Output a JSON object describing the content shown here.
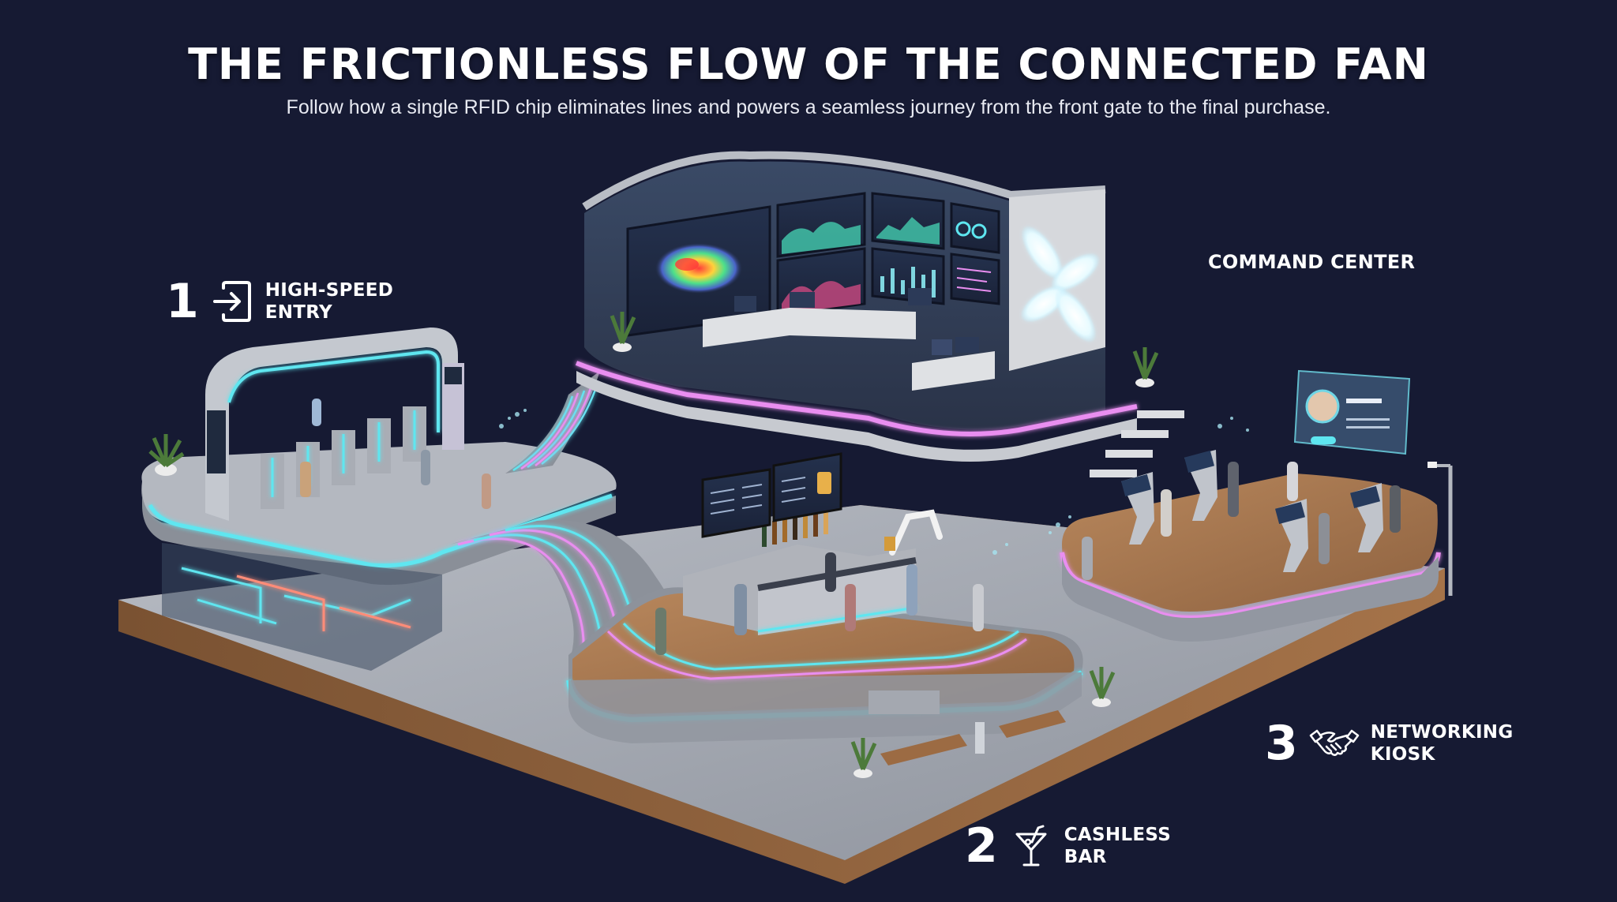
{
  "header": {
    "title": "THE FRICTIONLESS FLOW OF THE CONNECTED FAN",
    "subtitle": "Follow how a single RFID chip eliminates lines and powers a seamless journey from the front gate to the final purchase."
  },
  "steps": [
    {
      "number": "1",
      "icon": "enter-icon",
      "line1": "HIGH-SPEED",
      "line2": "ENTRY"
    },
    {
      "number": "2",
      "icon": "cocktail-icon",
      "line1": "CASHLESS",
      "line2": "BAR"
    },
    {
      "number": "3",
      "icon": "handshake-icon",
      "line1": "NETWORKING",
      "line2": "KIOSK"
    }
  ],
  "zones": {
    "command_center": {
      "label": "COMMAND CENTER"
    }
  },
  "colors": {
    "background": "#161a33",
    "neon_cyan": "#5ee6f0",
    "neon_pink": "#e98ef0",
    "floor_concrete": "#9ea3ad",
    "wood": "#9c6b43",
    "text": "#ffffff"
  }
}
